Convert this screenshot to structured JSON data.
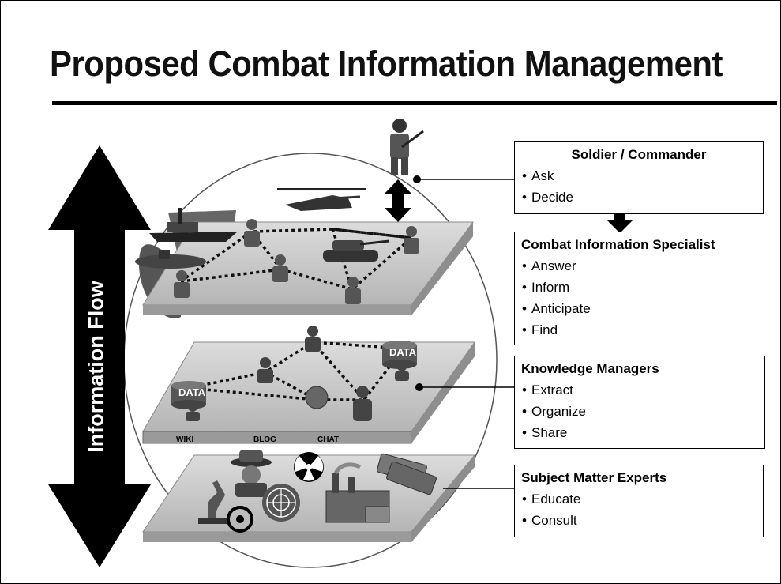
{
  "slide": {
    "title": "Proposed Combat Information Management",
    "flow_label": "Information Flow"
  },
  "layers": {
    "collaboration_tools": [
      "WIKI",
      "BLOG",
      "CHAT"
    ],
    "data_stores": [
      "DATA",
      "DATA"
    ]
  },
  "roles": [
    {
      "heading": "Soldier / Commander",
      "items": [
        "Ask",
        "Decide"
      ]
    },
    {
      "heading": "Combat Information Specialist",
      "items": [
        "Answer",
        "Inform",
        "Anticipate",
        "Find"
      ]
    },
    {
      "heading": "Knowledge Managers",
      "items": [
        "Extract",
        "Organize",
        "Share"
      ]
    },
    {
      "heading": "Subject Matter Experts",
      "items": [
        "Educate",
        "Consult"
      ]
    }
  ],
  "bullet_char": "•",
  "icons": [
    "soldier-icon",
    "helicopter-icon",
    "ship-icon",
    "submarine-icon",
    "tank-icon",
    "analyst-icon",
    "database-icon",
    "globe-icon",
    "spy-icon",
    "radiation-icon",
    "biohazard-icon",
    "microscope-icon",
    "un-emblem-icon",
    "factory-icon",
    "money-icon"
  ],
  "colors": {
    "ink": "#000000",
    "platform": "#c8c8c8",
    "platform_edge": "#8e8e8e",
    "background": "#ffffff"
  }
}
